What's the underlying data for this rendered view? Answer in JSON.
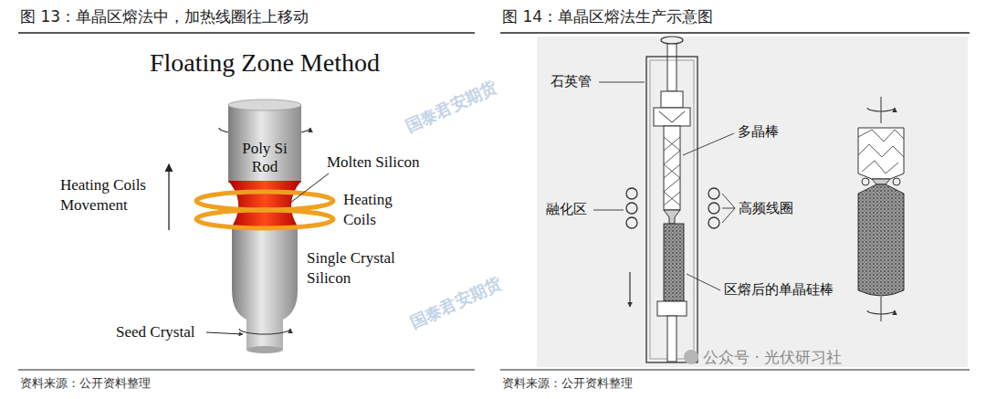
{
  "diagram": {
    "nodes": [
      {
        "text": [
          "图 13：单晶区熔法中，加热线圈往上移动",
          "资料来源：公开资料整理"
        ]
      },
      {
        "text": [
          "图 14：单晶区熔法生产示意图",
          "资料来源：公开资料整理"
        ]
      },
      {
        "text": [
          "Poly Si Rod"
        ],
        "in": 0
      }
    ],
    "labels": [
      "Floating Zone Method",
      "Heating Coils Movement",
      "Molten Silicon",
      "Heating Coils",
      "Single Crystal Silicon",
      "Seed Crystal",
      "石英管",
      "多晶棒",
      "融化区",
      "高频线圈",
      "区熔后的单晶硅棒",
      "公众号 · 光伏研习社",
      "国泰君安期货",
      "国泰君安期货"
    ]
  }
}
